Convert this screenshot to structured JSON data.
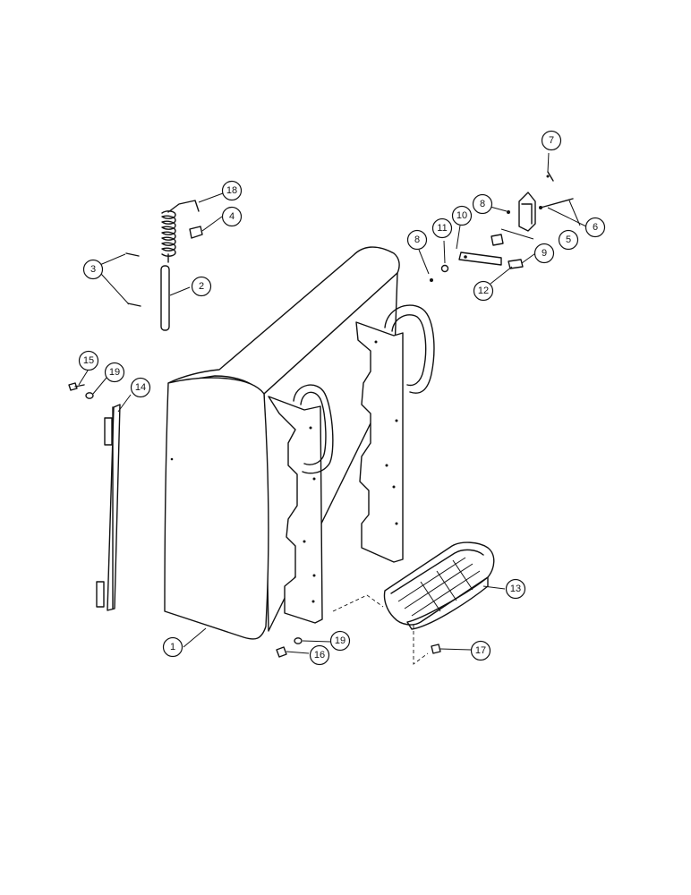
{
  "callouts": {
    "c1": "1",
    "c2": "2",
    "c3": "3",
    "c4": "4",
    "c5": "5",
    "c6": "6",
    "c7": "7",
    "c8a": "8",
    "c8b": "8",
    "c9": "9",
    "c10": "10",
    "c11": "11",
    "c12": "12",
    "c13": "13",
    "c14": "14",
    "c15": "15",
    "c16": "16",
    "c17": "17",
    "c18": "18",
    "c19a": "19",
    "c19b": "19"
  }
}
